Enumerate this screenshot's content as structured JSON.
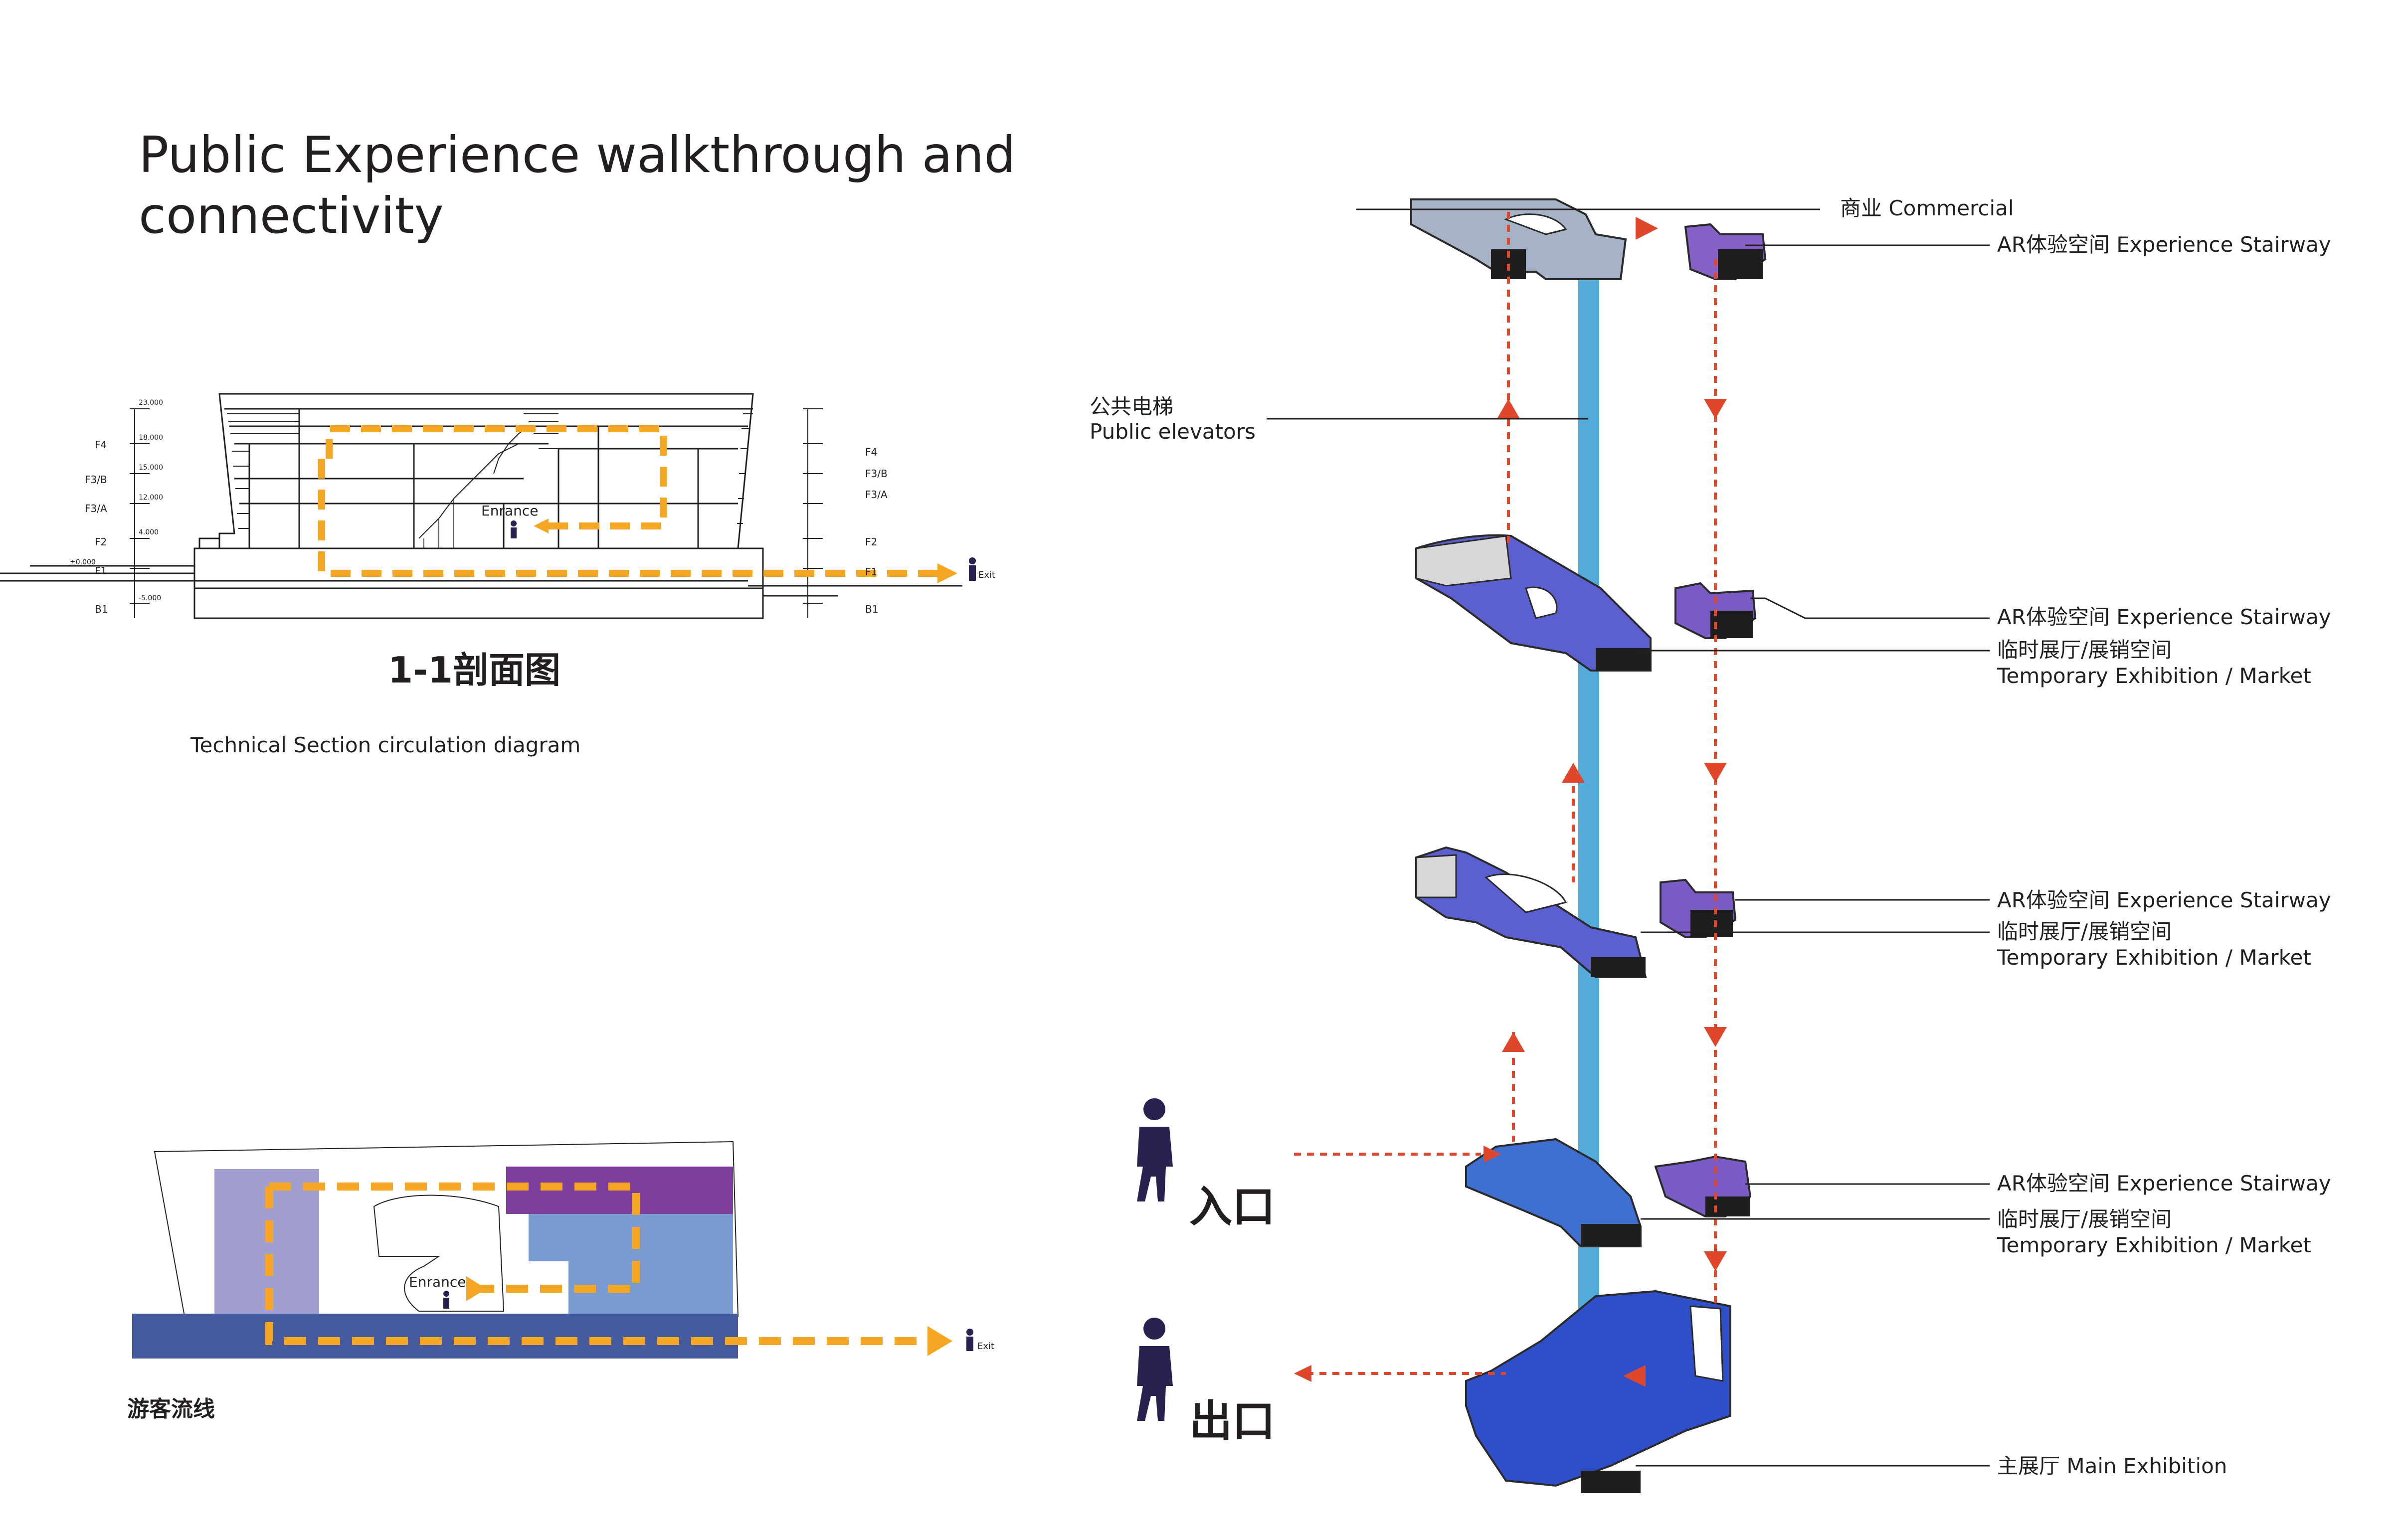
{
  "title": "Public Experience walkthrough and connectivity",
  "section": {
    "title": "1-1剖面图",
    "caption": "Technical Section circulation diagram",
    "entrance_label": "Enrance",
    "exit_label": "Exit",
    "levels_left": [
      "F4",
      "F3/B",
      "F3/A",
      "F2",
      "F1",
      "B1"
    ],
    "levels_right": [
      "F4",
      "F3/B",
      "F3/A",
      "F2",
      "F1",
      "B1"
    ],
    "elevations": [
      "23.000",
      "18.000",
      "15.000",
      "12.000",
      "4.000",
      "±0.000",
      "-5.000"
    ]
  },
  "flow": {
    "title": "游客流线",
    "entrance_label": "Enrance",
    "exit_label": "Exit"
  },
  "axon": {
    "labels": {
      "commercial": "商业 Commercial",
      "ar1": "AR体验空间 Experience Stairway",
      "elevator_cn": "公共电梯",
      "elevator_en": "Public elevators",
      "ar2": "AR体验空间 Experience Stairway",
      "temp2_cn": "临时展厅/展销空间",
      "temp2_en": "Temporary Exhibition / Market",
      "ar3": "AR体验空间 Experience Stairway",
      "temp3_cn": "临时展厅/展销空间",
      "temp3_en": "Temporary Exhibition / Market",
      "ar4": "AR体验空间 Experience Stairway",
      "temp4_cn": "临时展厅/展销空间",
      "temp4_en": "Temporary Exhibition / Market",
      "main": "主展厅 Main Exhibition",
      "entrance": "入口",
      "exit": "出口"
    },
    "colors": {
      "commercial": "#a6b3c6",
      "purple": "#7b5cc7",
      "blue_violet": "#5b5fcf",
      "blue": "#3f6fd0",
      "main_blue": "#2f4fc8",
      "elevator": "#49a6d8",
      "arrow": "#e0462a",
      "flow_orange": "#f5a623",
      "person": "#2b2150"
    }
  }
}
